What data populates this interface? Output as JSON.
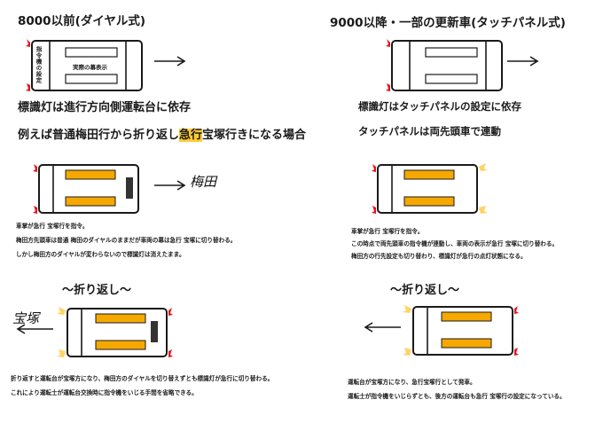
{
  "top_left": {
    "title": "8000以前(ダイヤル式)",
    "label_vertical": "指令機の設定",
    "label_destination_display": "実際の幕表示",
    "line1": "標識灯は進行方向側運転台に依存",
    "line2_before": "例えば普通梅田行から折り返し",
    "line2_highlight": "急行",
    "line2_after": "宝塚行きになる場合"
  },
  "top_right": {
    "title": "9000以降・一部の更新車(タッチパネル式)",
    "line1": "標識灯はタッチパネルの設定に依存",
    "line2": "タッチパネルは両先頭車で連動"
  },
  "middle_left": {
    "handwritten": "梅田",
    "notes": [
      "車掌が急行 宝塚行を指令。",
      "梅田方先頭車は普通 梅田のダイヤルのままだが車両の幕は急行 宝塚に切り替わる。",
      "しかし梅田方のダイヤルが変わらないので標識灯は消えたまま。"
    ]
  },
  "middle_right": {
    "notes": [
      "車掌が急行 宝塚行を指令。",
      "この時点で両先頭車の指令機が連動し、車両の表示が急行 宝塚に切り替わる。",
      "梅田方の行先設定も切り替わり、標識灯が急行の点灯状態になる。"
    ]
  },
  "bottom_left": {
    "title": "～折り返し～",
    "handwritten": "宝塚",
    "notes": [
      "折り返すと運転台が宝塚方になり、梅田方のダイヤルを切り替えずとも標識灯が急行に切り替わる。",
      "これにより運転士が運転台交換時に指令機をいじる手間を省略できる。"
    ]
  },
  "bottom_right": {
    "title": "～折り返し～",
    "notes": [
      "運転台が宝塚方になり、急行宝塚行として発車。",
      "運転士が指令機をいじらずとも、後方の運転台も急行 宝塚行の設定になっている。"
    ]
  },
  "colors": {
    "highlight": "#ffcc33",
    "lamp_red": "#e8141b",
    "lamp_amber": "#ffd466",
    "car_outline": "#1a1a1a"
  }
}
